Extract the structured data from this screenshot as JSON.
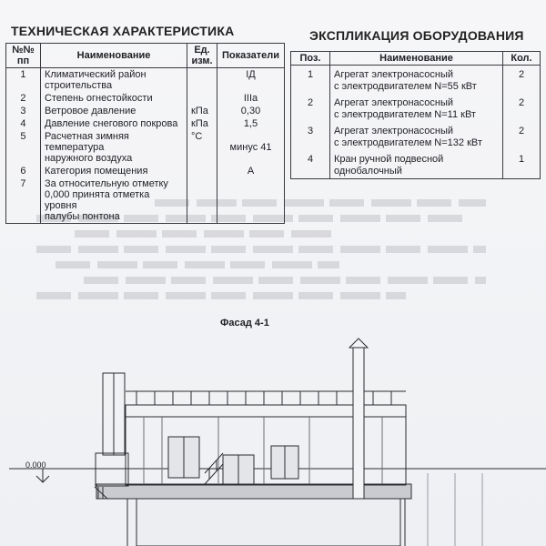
{
  "tech": {
    "heading": "ТЕХНИЧЕСКАЯ ХАРАКТЕРИСТИКА",
    "headers": {
      "num": "№№\nпп",
      "name": "Наименование",
      "unit": "Ед.\nизм.",
      "value": "Показатели"
    },
    "rows": [
      {
        "num": "1",
        "name": "Климатический район\nстроительства",
        "unit": "",
        "value": "IД"
      },
      {
        "num": "2",
        "name": "Степень огнестойкости",
        "unit": "",
        "value": "IIIa"
      },
      {
        "num": "3",
        "name": "Ветровое давление",
        "unit": "кПа",
        "value": "0,30"
      },
      {
        "num": "4",
        "name": "Давление снегового покрова",
        "unit": "кПа",
        "value": "1,5"
      },
      {
        "num": "5",
        "name": "Расчетная зимняя температура\nнаружного воздуха",
        "unit": "°С",
        "value": "\nминус 41"
      },
      {
        "num": "6",
        "name": "Категория помещения",
        "unit": "",
        "value": "А"
      },
      {
        "num": "7",
        "name": "За относительную отметку\n0,000 принята отметка уровня\nпалубы понтона",
        "unit": "",
        "value": ""
      }
    ]
  },
  "equip": {
    "heading": "ЭКСПЛИКАЦИЯ ОБОРУДОВАНИЯ",
    "headers": {
      "pos": "Поз.",
      "name": "Наименование",
      "qty": "Кол."
    },
    "rows": [
      {
        "pos": "1",
        "name": "Агрегат электронасосный\nс электродвигателем N=55 кВт",
        "qty": "2"
      },
      {
        "pos": "2",
        "name": "Агрегат электронасосный\nс электродвигателем N=11 кВт",
        "qty": "2"
      },
      {
        "pos": "3",
        "name": "Агрегат электронасосный\nс электродвигателем N=132 кВт",
        "qty": "2"
      },
      {
        "pos": "4",
        "name": "Кран ручной подвесной однобалочный",
        "qty": "1"
      }
    ]
  },
  "facade": {
    "title": "Фасад 4-1",
    "level": "0.000"
  }
}
